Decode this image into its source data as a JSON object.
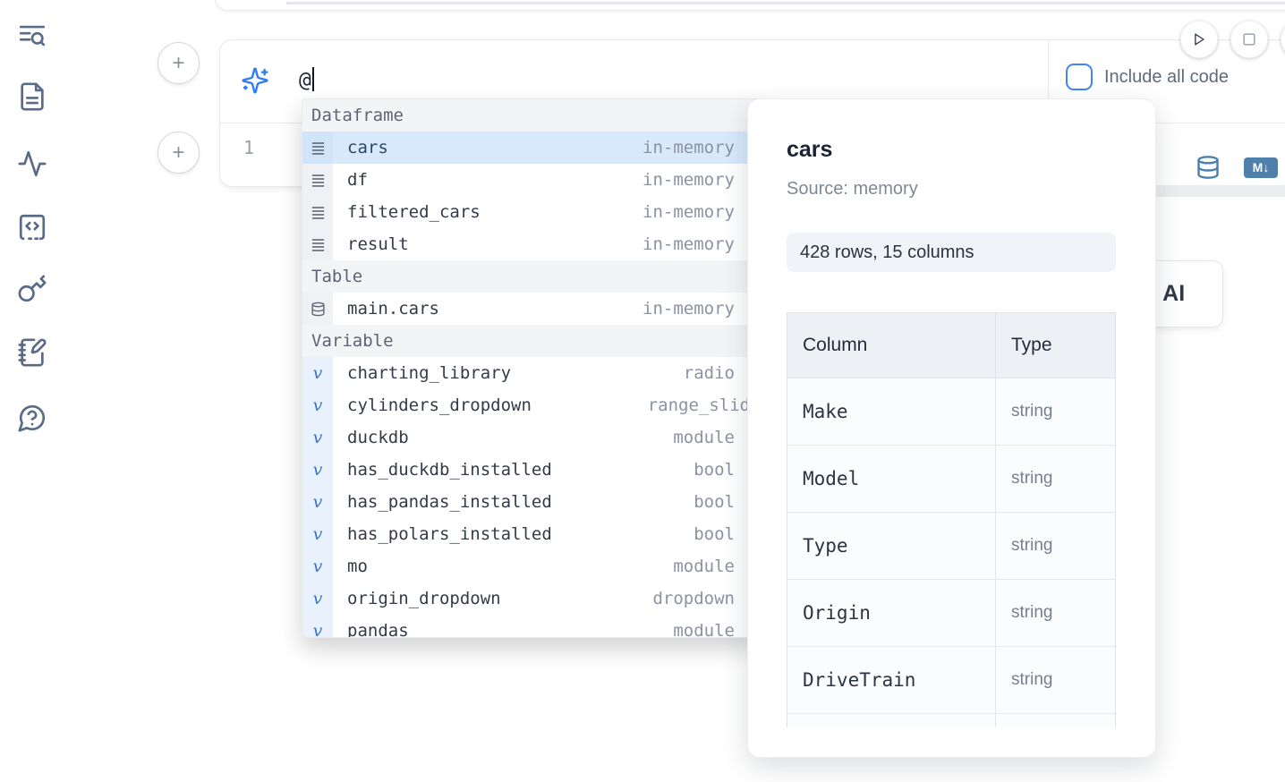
{
  "sidebar": {
    "icons": [
      {
        "name": "toc-search-icon"
      },
      {
        "name": "file-document-icon"
      },
      {
        "name": "activity-icon"
      },
      {
        "name": "code-snippets-icon"
      },
      {
        "name": "keys-icon"
      },
      {
        "name": "scratchpad-notebook-icon"
      },
      {
        "name": "help-chat-icon"
      }
    ]
  },
  "prompt": {
    "value": "@",
    "icon": "sparkles-icon"
  },
  "include_code": {
    "label": "Include all code",
    "checked": false
  },
  "run_controls": {
    "icons": [
      "play-icon",
      "stop-icon"
    ]
  },
  "cell": {
    "line_number": "1",
    "markdown_badge": "M↓",
    "icons": [
      "database-icon",
      "markdown-icon"
    ]
  },
  "ai_button": {
    "label": "Generate with AI"
  },
  "plus_buttons": {
    "symbol": "+"
  },
  "autocomplete": {
    "items": [
      {
        "kind": "header",
        "label": "Dataframe",
        "type": ""
      },
      {
        "kind": "dataframe",
        "label": "cars",
        "type": "in-memory",
        "selected_class": "selected"
      },
      {
        "kind": "dataframe",
        "label": "df",
        "type": "in-memory"
      },
      {
        "kind": "dataframe",
        "label": "filtered_cars",
        "type": "in-memory"
      },
      {
        "kind": "dataframe",
        "label": "result",
        "type": "in-memory"
      },
      {
        "kind": "header",
        "label": "Table",
        "type": ""
      },
      {
        "kind": "table",
        "label": "main.cars",
        "type": "in-memory"
      },
      {
        "kind": "header",
        "label": "Variable",
        "type": ""
      },
      {
        "kind": "variable",
        "label": "charting_library",
        "type": "radio"
      },
      {
        "kind": "variable",
        "label": "cylinders_dropdown",
        "type": "range_slider",
        "overflow_class": "overflow"
      },
      {
        "kind": "variable",
        "label": "duckdb",
        "type": "module"
      },
      {
        "kind": "variable",
        "label": "has_duckdb_installed",
        "type": "bool"
      },
      {
        "kind": "variable",
        "label": "has_pandas_installed",
        "type": "bool"
      },
      {
        "kind": "variable",
        "label": "has_polars_installed",
        "type": "bool"
      },
      {
        "kind": "variable",
        "label": "mo",
        "type": "module"
      },
      {
        "kind": "variable",
        "label": "origin_dropdown",
        "type": "dropdown"
      },
      {
        "kind": "variable",
        "label": "pandas",
        "type": "module"
      }
    ],
    "variable_glyph": "v"
  },
  "preview": {
    "title": "cars",
    "source": "Source: memory",
    "shape": "428 rows, 15 columns",
    "table": {
      "column_header": "Column",
      "type_header": "Type",
      "rows": [
        {
          "column": "Make",
          "type": "string"
        },
        {
          "column": "Model",
          "type": "string"
        },
        {
          "column": "Type",
          "type": "string"
        },
        {
          "column": "Origin",
          "type": "string"
        },
        {
          "column": "DriveTrain",
          "type": "string"
        },
        {
          "column": "",
          "type": ""
        }
      ]
    }
  }
}
